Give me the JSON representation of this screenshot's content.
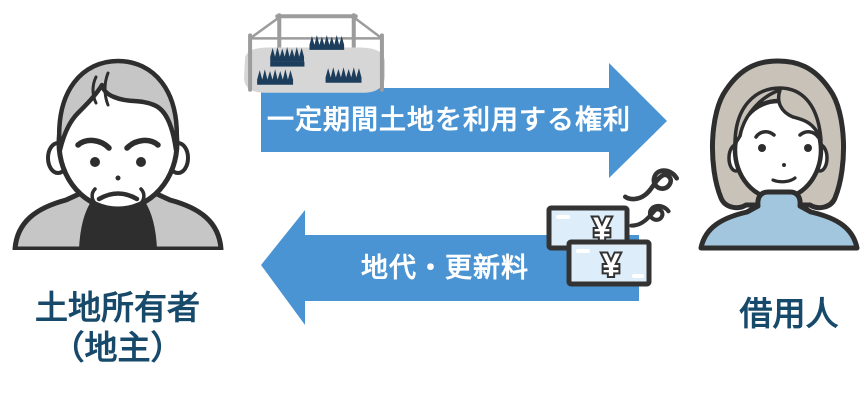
{
  "actors": {
    "landowner": {
      "label_line1": "土地所有者",
      "label_line2": "（地主）",
      "figure": "elderly-man"
    },
    "borrower": {
      "label": "借用人",
      "figure": "woman"
    }
  },
  "arrows": {
    "to_borrower": {
      "label": "一定期間土地を利用する権利",
      "direction": "right"
    },
    "to_owner": {
      "label": "地代・更新料",
      "direction": "left"
    }
  },
  "icons": {
    "land": "land-plot-icon",
    "money": "yen-banknotes-icon",
    "yen_symbol": "¥",
    "squiggle": "motion-squiggle-icon"
  },
  "colors": {
    "arrow_blue": "#4b94d4",
    "label_navy": "#17496b",
    "outline_dark": "#2e2e2e",
    "figure_gray": "#c6c6c6",
    "hair_beige": "#c9c2b8",
    "sweater_blue": "#a2c6de",
    "banknote_blue": "#ddeefa",
    "grass_navy": "#1c3d5c",
    "land_gray": "#d6d6d6",
    "post_gray": "#9c9c9c"
  }
}
